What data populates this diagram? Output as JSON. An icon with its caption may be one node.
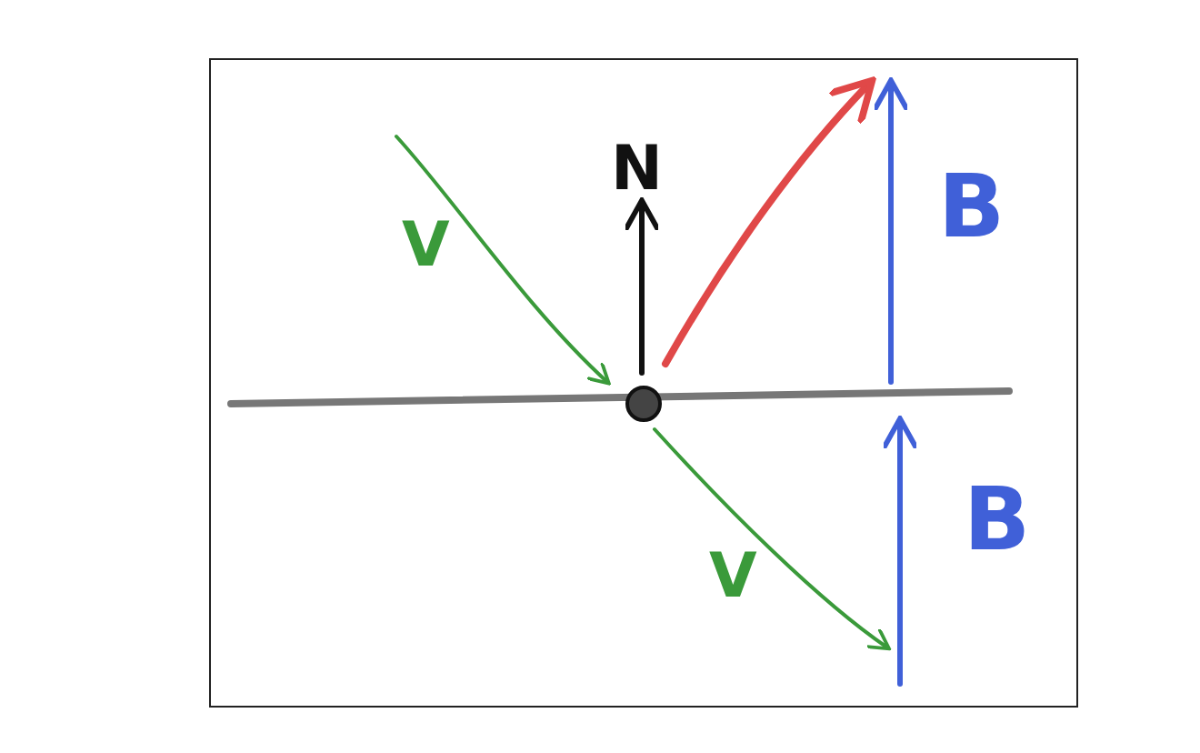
{
  "diagram": {
    "labels": [
      "N",
      "V",
      "B",
      "B",
      "V"
    ]
  }
}
